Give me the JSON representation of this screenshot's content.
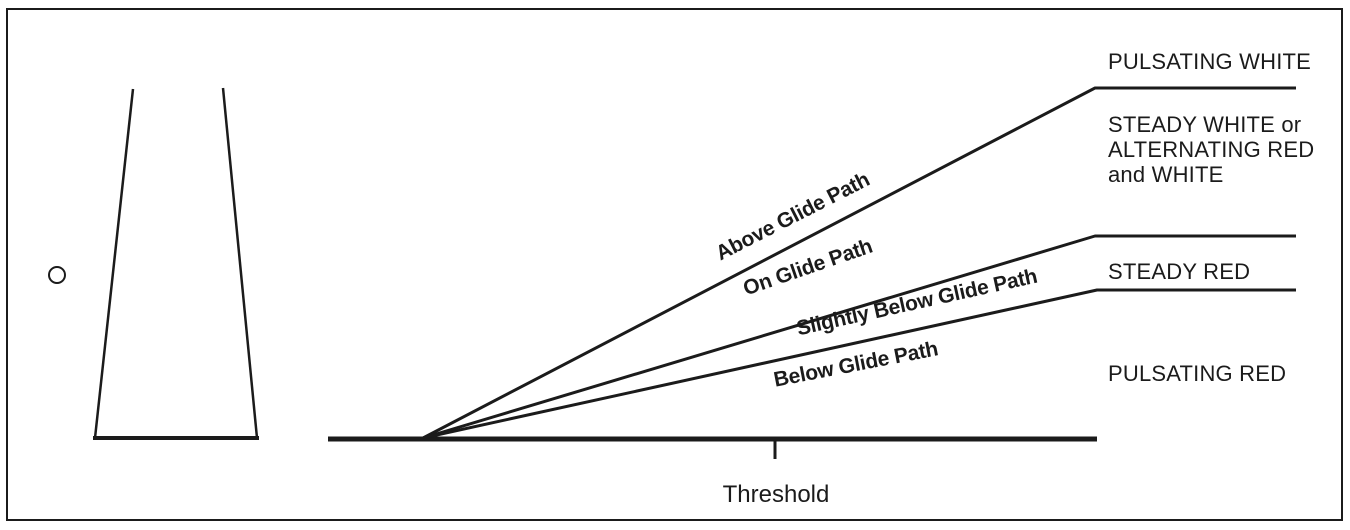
{
  "figure": {
    "type": "aviation-approach-slope-indicator-diagram",
    "colors": {
      "line": "#1b1b1b",
      "background": "#ffffff"
    },
    "threshold": {
      "label": "Threshold"
    },
    "glide_labels": {
      "above": "Above Glide Path",
      "on": "On Glide Path",
      "slightly_below": "Slightly Below Glide Path",
      "below": "Below Glide Path"
    },
    "signals": {
      "pulsating_white": "PULSATING WHITE",
      "steady_white_line1": "STEADY WHITE or",
      "steady_white_line2": "ALTERNATING RED",
      "steady_white_line3": "and WHITE",
      "steady_red": "STEADY RED",
      "pulsating_red": "PULSATING RED"
    }
  }
}
